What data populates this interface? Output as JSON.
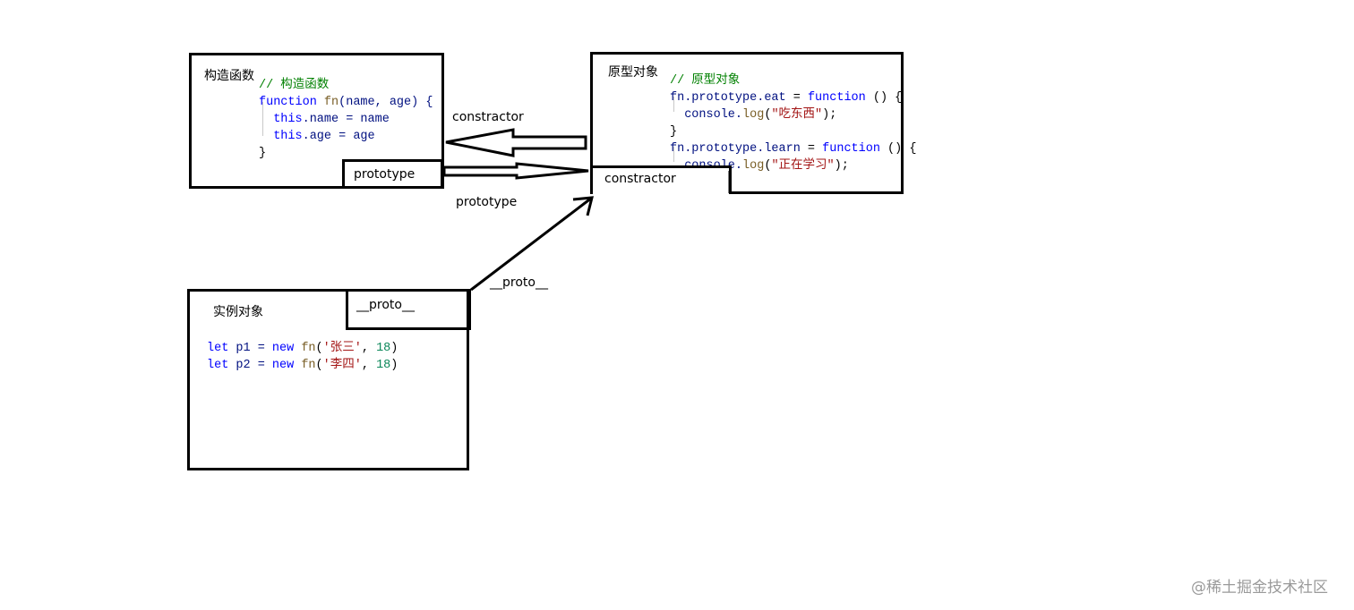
{
  "constructor_box": {
    "label": "构造函数",
    "code": {
      "comment": "// 构造函数",
      "line1_kw": "function",
      "line1_fn": "fn",
      "line1_rest": "(name, age) {",
      "line2_this": "this",
      "line2_rest": ".name = name",
      "line3_this": "this",
      "line3_rest": ".age = age",
      "line4": "}"
    },
    "tab_label": "prototype"
  },
  "prototype_box": {
    "label": "原型对象",
    "code": {
      "comment": "// 原型对象",
      "line1_obj": "fn.prototype.eat",
      "line1_eq": " = ",
      "line1_kw": "function",
      "line1_rest": " () {",
      "line2_a": "console.",
      "line2_fn": "log",
      "line2_open": "(",
      "line2_str": "\"吃东西\"",
      "line2_close": ");",
      "line3": "}",
      "line4_obj": "fn.prototype.learn",
      "line4_eq": " = ",
      "line4_kw": "function",
      "line4_rest": " () {",
      "line5_a": "console.",
      "line5_fn": "log",
      "line5_open": "(",
      "line5_str": "\"正在学习\"",
      "line5_close": ");",
      "line6": "}"
    },
    "tab_label": "constractor"
  },
  "instance_box": {
    "label": "实例对象",
    "tab_label": "__proto__",
    "code": {
      "line1_kw": "let",
      "line1_var": " p1 = ",
      "line1_new": "new",
      "line1_fn": " fn",
      "line1_open": "(",
      "line1_str": "'张三'",
      "line1_sep": ", ",
      "line1_num": "18",
      "line1_close": ")",
      "line2_kw": "let",
      "line2_var": " p2 = ",
      "line2_new": "new",
      "line2_fn": " fn",
      "line2_open": "(",
      "line2_str": "'李四'",
      "line2_sep": ", ",
      "line2_num": "18",
      "line2_close": ")"
    }
  },
  "arrows": {
    "constractor_label": "constractor",
    "prototype_label": "prototype",
    "proto_label": "__proto__"
  },
  "watermark": "@稀土掘金技术社区"
}
